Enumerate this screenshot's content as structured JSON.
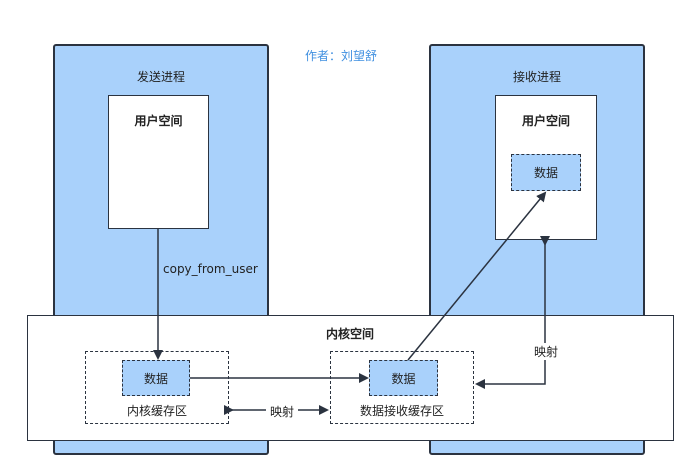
{
  "author": "作者：刘望舒",
  "sender": {
    "title": "发送进程",
    "user_space": "用户空间"
  },
  "receiver": {
    "title": "接收进程",
    "user_space": "用户空间",
    "data": "数据"
  },
  "kernel": {
    "title": "内核空间",
    "kernel_buffer": {
      "label": "内核缓存区",
      "data": "数据"
    },
    "receive_buffer": {
      "label": "数据接收缓存区",
      "data": "数据"
    }
  },
  "edges": {
    "copy_from_user": "copy_from_user",
    "mmap_bottom": "映射",
    "mmap_right": "映射"
  },
  "colors": {
    "process_fill": "#a9d1fb",
    "stroke": "#2b3340",
    "author_text": "#3f8fe0"
  }
}
